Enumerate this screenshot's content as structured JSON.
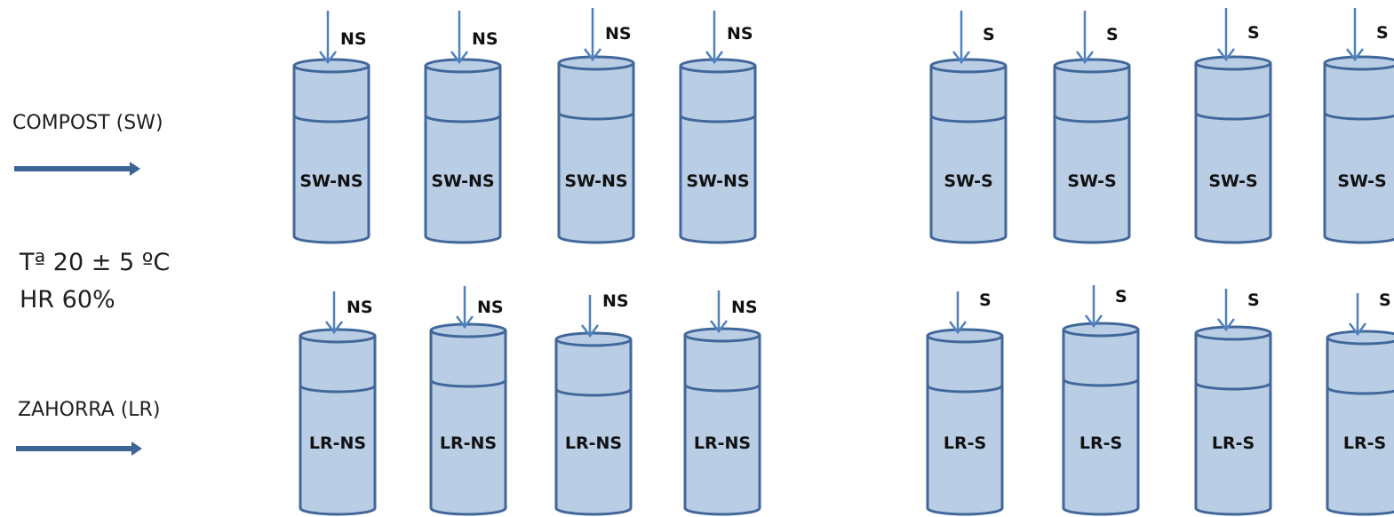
{
  "left_labels": {
    "compost": "COMPOST (SW)",
    "zahorra": "ZAHORRA (LR)",
    "temperature": "Tª 20 ± 5 ºC",
    "humidity": "HR 60%"
  },
  "colors": {
    "cylinder_fill": "#b9cde5",
    "cylinder_stroke": "#41679a",
    "pointer_arrow": "#4f81bd",
    "side_arrow": "#3c6596"
  },
  "rows": [
    {
      "name": "compost-row",
      "columns": [
        {
          "label": "SW-NS",
          "treatment": "NS"
        },
        {
          "label": "SW-NS",
          "treatment": "NS"
        },
        {
          "label": "SW-NS",
          "treatment": "NS"
        },
        {
          "label": "SW-NS",
          "treatment": "NS"
        },
        {
          "label": "SW-S",
          "treatment": "S"
        },
        {
          "label": "SW-S",
          "treatment": "S"
        },
        {
          "label": "SW-S",
          "treatment": "S"
        },
        {
          "label": "SW-S",
          "treatment": "S"
        }
      ]
    },
    {
      "name": "zahorra-row",
      "columns": [
        {
          "label": "LR-NS",
          "treatment": "NS"
        },
        {
          "label": "LR-NS",
          "treatment": "NS"
        },
        {
          "label": "LR-NS",
          "treatment": "NS"
        },
        {
          "label": "LR-NS",
          "treatment": "NS"
        },
        {
          "label": "LR-S",
          "treatment": "S"
        },
        {
          "label": "LR-S",
          "treatment": "S"
        },
        {
          "label": "LR-S",
          "treatment": "S"
        },
        {
          "label": "LR-S",
          "treatment": "S"
        }
      ]
    }
  ]
}
